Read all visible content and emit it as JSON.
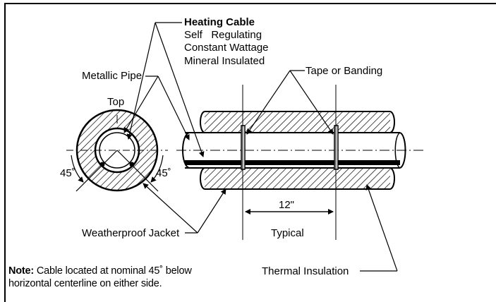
{
  "heating_cable": {
    "title": "Heating Cable",
    "types": [
      "Self   Regulating",
      "Constant Wattage",
      "Mineral Insulated"
    ]
  },
  "labels": {
    "metallic_pipe": "Metallic Pipe",
    "top": "Top",
    "angle_left": "45˚",
    "angle_right": "45˚",
    "tape_or_banding": "Tape or Banding",
    "spacing": "12\"",
    "typical": "Typical",
    "weatherproof_jacket": "Weatherproof Jacket",
    "thermal_insulation": "Thermal Insulation"
  },
  "note": {
    "prefix": "Note:",
    "line1": " Cable located at nominal 45˚ below",
    "line2": "horizontal centerline on either side."
  }
}
